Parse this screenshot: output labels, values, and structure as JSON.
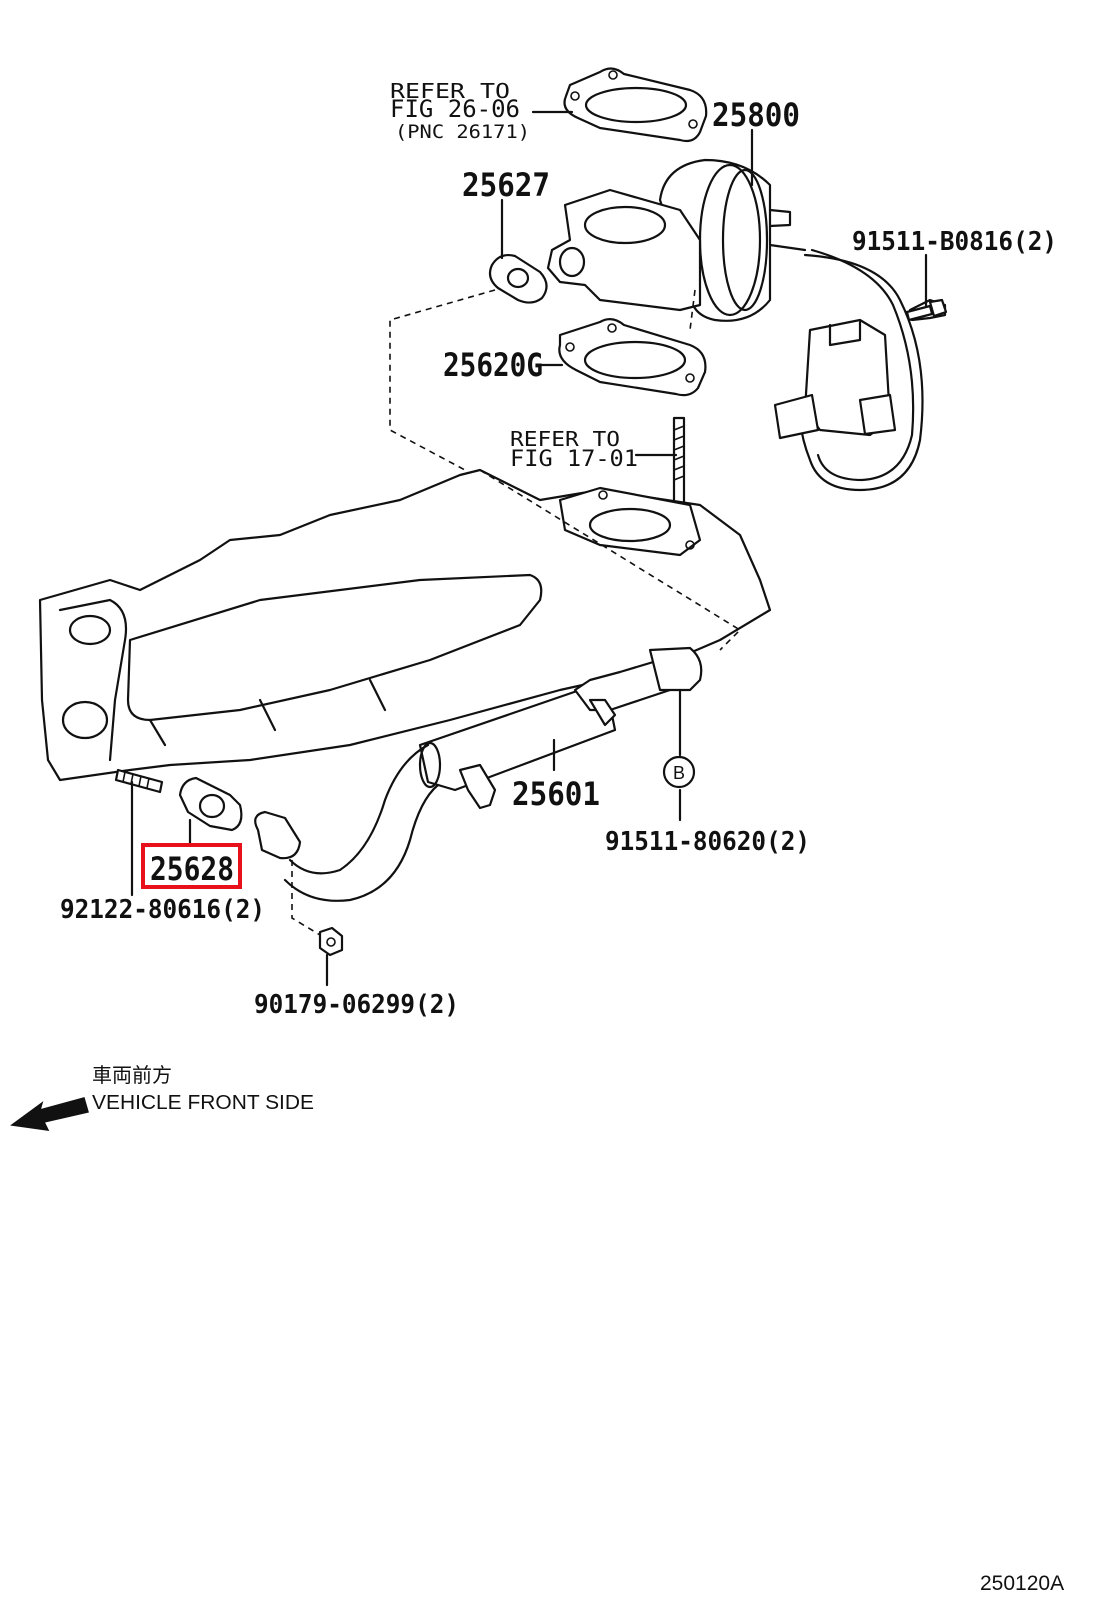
{
  "diagram_code": "250120A",
  "parts": [
    {
      "id": "p25800",
      "number": "25800"
    },
    {
      "id": "p25627",
      "number": "25627"
    },
    {
      "id": "p25620G",
      "number": "25620G"
    },
    {
      "id": "p25601",
      "number": "25601"
    },
    {
      "id": "p25628",
      "number": "25628",
      "highlighted": true
    },
    {
      "id": "b91511_B0816",
      "number": "91511-B0816(2)"
    },
    {
      "id": "b91511_80620",
      "number": "91511-80620(2)"
    },
    {
      "id": "s92122_80616",
      "number": "92122-80616(2)"
    },
    {
      "id": "n90179_06299",
      "number": "90179-06299(2)"
    }
  ],
  "references": {
    "ref_top": {
      "line1": "REFER TO",
      "line2": "FIG 26-06",
      "line3": "(PNC 26171)"
    },
    "ref_mid": {
      "line1": "REFER TO",
      "line2": "FIG 17-01"
    }
  },
  "callout_letter": "B",
  "front_side": {
    "japanese": "車両前方",
    "english": "VEHICLE FRONT SIDE"
  },
  "colors": {
    "highlight": "#e8101a",
    "line": "#111111",
    "background": "#ffffff"
  }
}
